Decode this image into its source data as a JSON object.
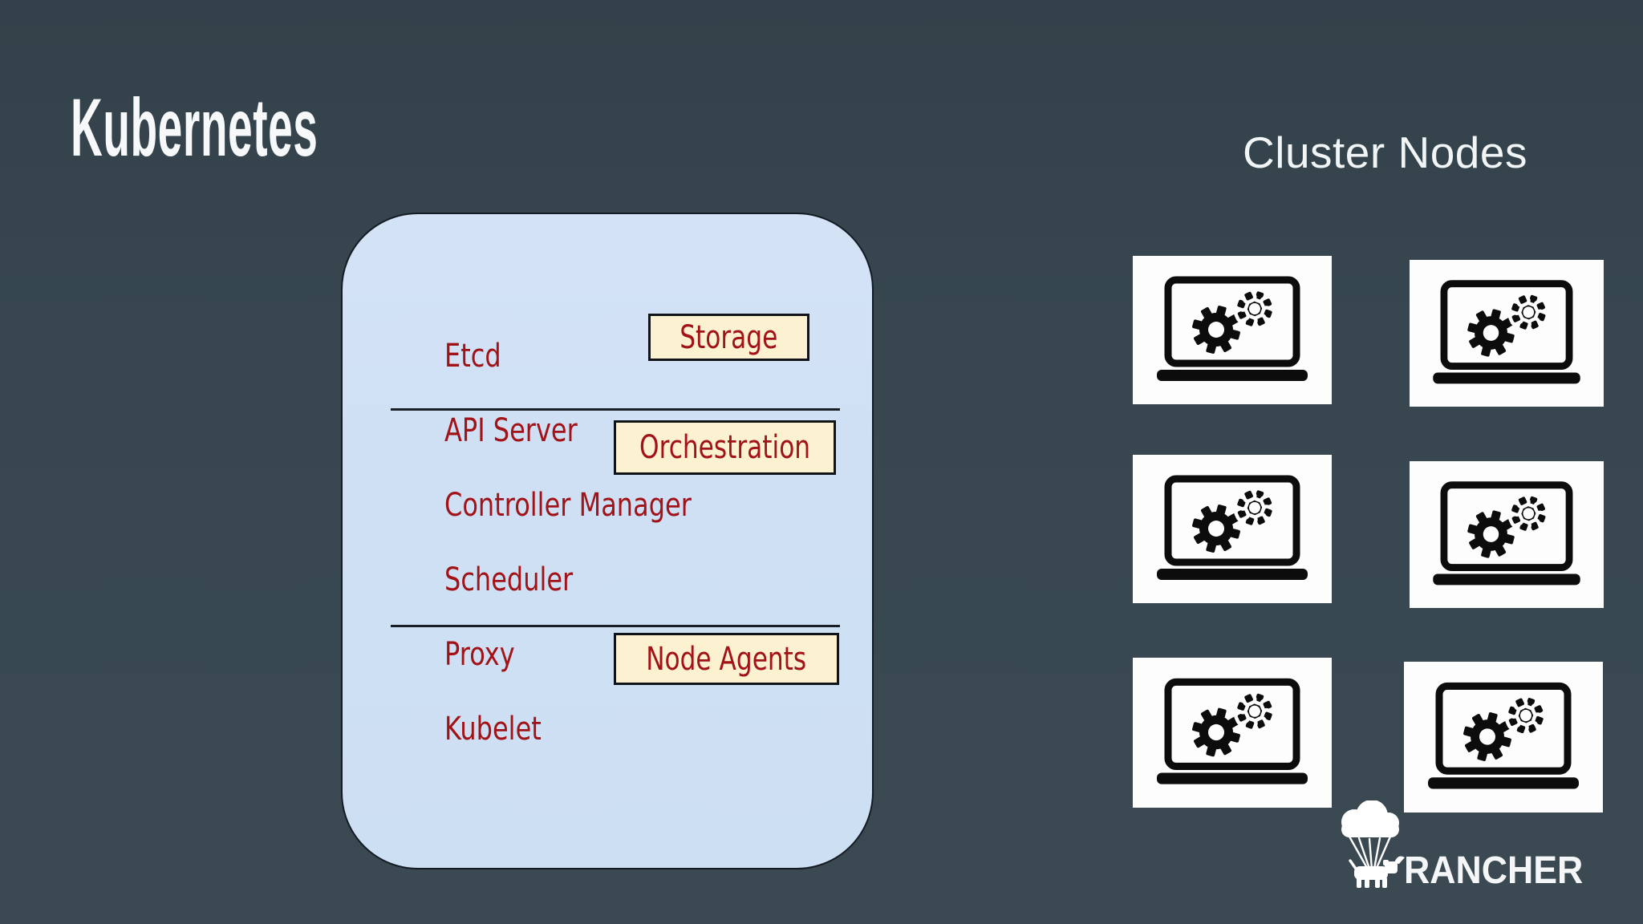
{
  "title": "Kubernetes",
  "cluster_nodes": {
    "heading": "Cluster Nodes",
    "node_count": 6,
    "node_icon": "laptop-gears-icon"
  },
  "kubernetes_panel": {
    "groups": [
      {
        "tag": "Storage",
        "components": [
          "Etcd"
        ]
      },
      {
        "tag": "Orchestration",
        "components": [
          "API Server",
          "Controller Manager",
          "Scheduler"
        ]
      },
      {
        "tag": "Node Agents",
        "components": [
          "Proxy",
          "Kubelet"
        ]
      }
    ]
  },
  "branding": {
    "logo_icon": "rancher-cow-parachute-icon",
    "wordmark": "RANCHER"
  },
  "colors": {
    "background": "#37464f",
    "panel_fill": "#cfe0f4",
    "panel_border": "#141b22",
    "tag_fill": "#fcf2d2",
    "tag_border": "#101419",
    "component_text": "#a21318",
    "heading_text": "#f4f6f7",
    "node_card_fill": "#fdfdfd",
    "icon_ink": "#0c0c0c"
  }
}
